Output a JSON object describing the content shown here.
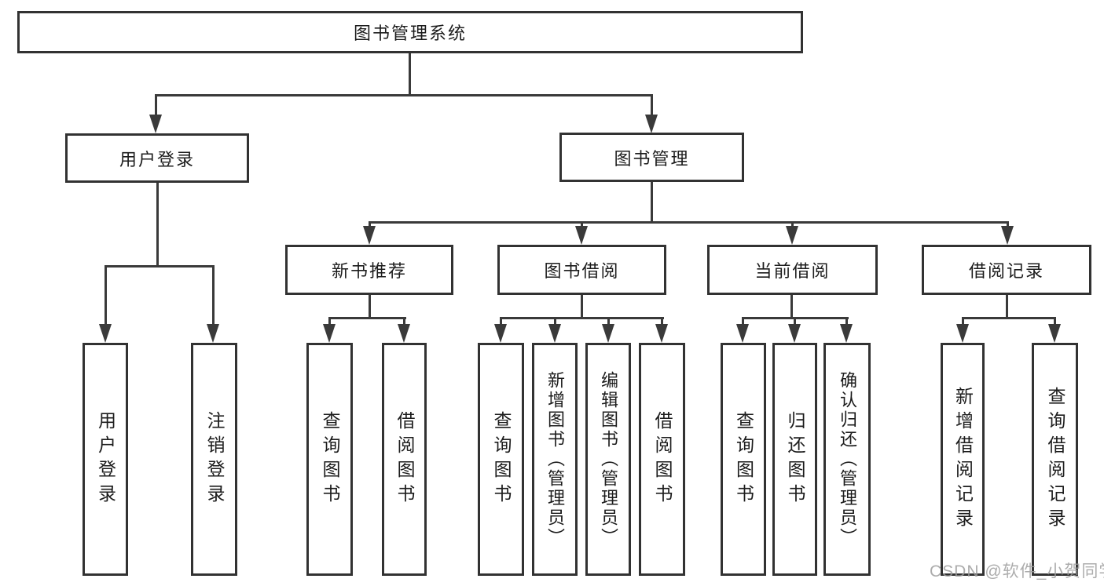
{
  "tree": {
    "label": "图书管理系统",
    "children": [
      {
        "label": "用户登录",
        "children": [
          {
            "label": "用户登录"
          },
          {
            "label": "注销登录"
          }
        ]
      },
      {
        "label": "图书管理",
        "children": [
          {
            "label": "新书推荐",
            "children": [
              {
                "label": "查询图书"
              },
              {
                "label": "借阅图书"
              }
            ]
          },
          {
            "label": "图书借阅",
            "children": [
              {
                "label": "查询图书"
              },
              {
                "label": "新增图书（管理员）"
              },
              {
                "label": "编辑图书（管理员）"
              },
              {
                "label": "借阅图书"
              }
            ]
          },
          {
            "label": "当前借阅",
            "children": [
              {
                "label": "查询图书"
              },
              {
                "label": "归还图书"
              },
              {
                "label": "确认归还（管理员）"
              }
            ]
          },
          {
            "label": "借阅记录",
            "children": [
              {
                "label": "新增借阅记录"
              },
              {
                "label": "查询借阅记录"
              }
            ]
          }
        ]
      }
    ]
  },
  "watermark": "CSDN @软件_小贺同学",
  "colors": {
    "line": "#3a3a3a",
    "border": "#323232",
    "text": "#1c1c1c",
    "watermark": "#9e9e9e",
    "background": "#ffffff"
  }
}
